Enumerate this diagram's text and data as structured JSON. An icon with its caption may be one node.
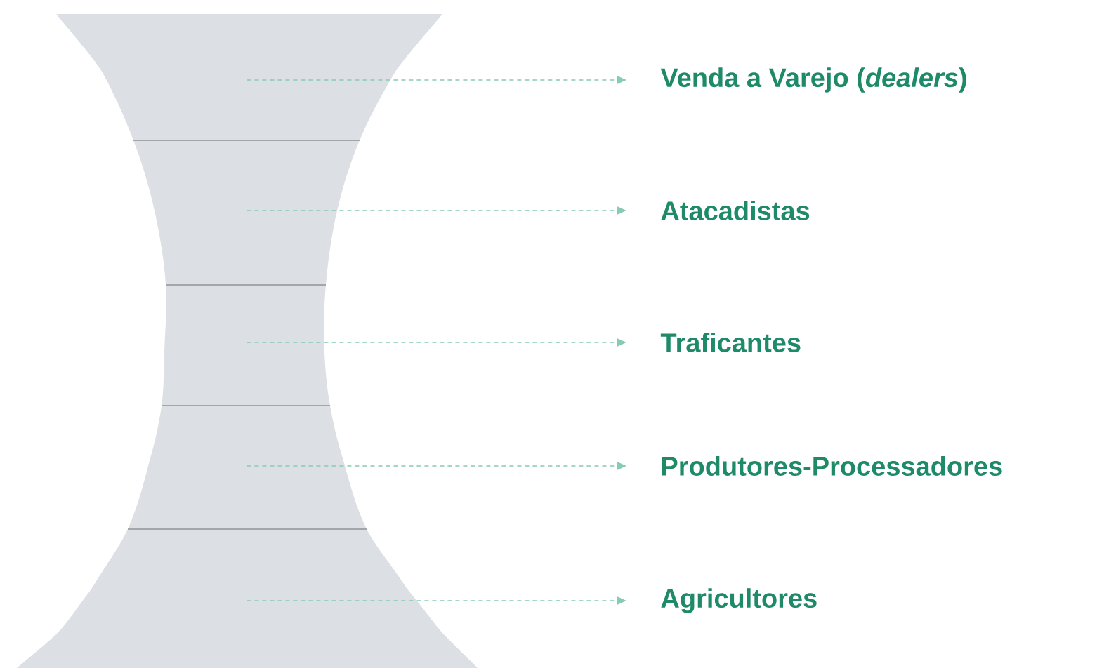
{
  "diagram": {
    "nodes": [
      {
        "text": [],
        "shape": "band"
      },
      {
        "text": [],
        "shape": "band"
      },
      {
        "text": [],
        "shape": "band"
      },
      {
        "text": [],
        "shape": "band"
      },
      {
        "text": [],
        "shape": "band"
      },
      {
        "text": [
          "Venda a Varejo (*dealers*)"
        ]
      },
      {
        "text": [
          "Atacadistas"
        ]
      },
      {
        "text": [
          "Traficantes"
        ]
      },
      {
        "text": [
          "Produtores-Processadores"
        ]
      },
      {
        "text": [
          "Agricultores"
        ]
      }
    ],
    "edges": [
      {
        "from": 0,
        "to": 5,
        "arrow": "to",
        "style": "dashed"
      },
      {
        "from": 1,
        "to": 6,
        "arrow": "to",
        "style": "dashed"
      },
      {
        "from": 2,
        "to": 7,
        "arrow": "to",
        "style": "dashed"
      },
      {
        "from": 3,
        "to": 8,
        "arrow": "to",
        "style": "dashed"
      },
      {
        "from": 4,
        "to": 9,
        "arrow": "to",
        "style": "dashed"
      }
    ]
  }
}
